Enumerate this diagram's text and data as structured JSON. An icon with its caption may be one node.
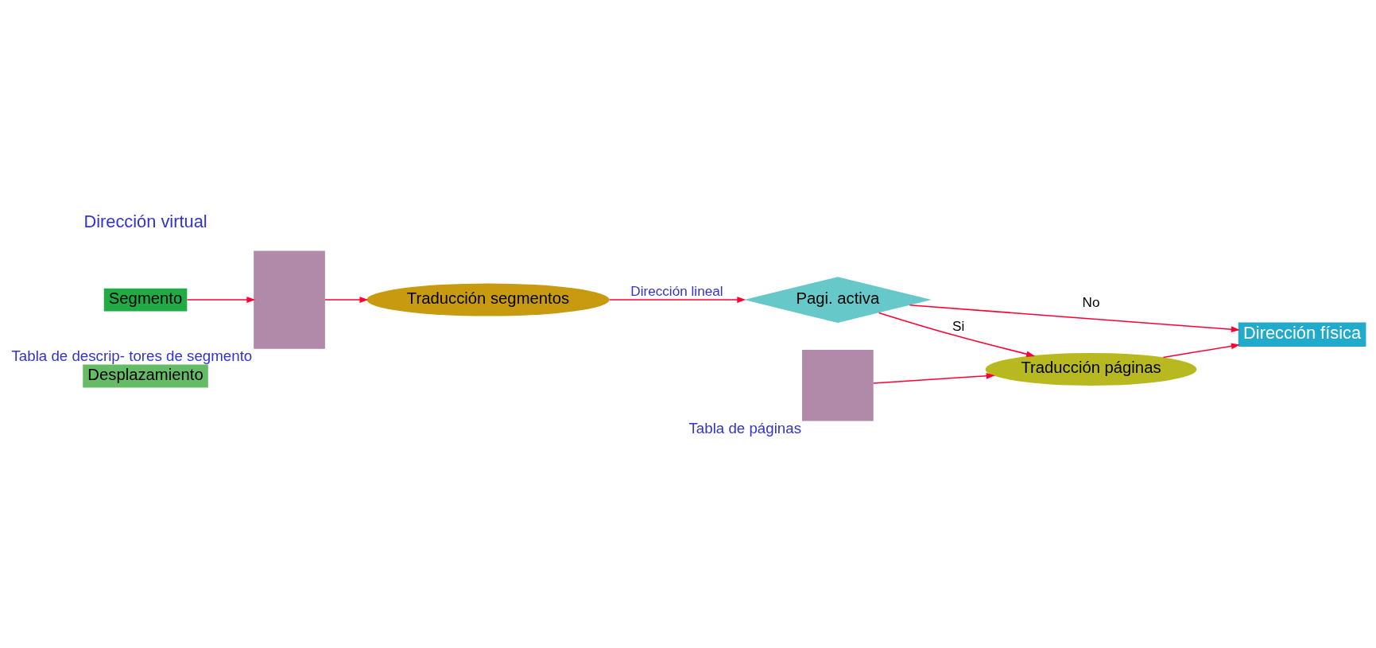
{
  "diagram": {
    "nodes": [
      {
        "text": [
          "Segmento"
        ]
      },
      {
        "text": [
          "Desplazamiento"
        ]
      },
      {
        "text": [],
        "shape": "box",
        "beside": [
          "Tabla de descrip- tores de segmento"
        ]
      },
      {
        "text": [
          "Traducción segmentos"
        ]
      },
      {
        "text": [
          "Pagi. activa"
        ]
      },
      {
        "text": [],
        "shape": "box",
        "beside": [
          "Tabla de páginas"
        ]
      },
      {
        "text": [
          "Traducción páginas"
        ]
      },
      {
        "text": [
          "Dirección física"
        ]
      }
    ],
    "edges": [
      {
        "from": 0,
        "to": 2,
        "arrow": "to"
      },
      {
        "from": 2,
        "to": 3,
        "arrow": "to"
      },
      {
        "from": 3,
        "to": 4,
        "arrow": "to",
        "label": "Dirección lineal"
      },
      {
        "from": 4,
        "to": 6,
        "arrow": "to",
        "label": "Si"
      },
      {
        "from": 5,
        "to": 6,
        "arrow": "to"
      },
      {
        "from": 6,
        "to": 7,
        "arrow": "to"
      },
      {
        "from": 4,
        "to": 7,
        "arrow": "to",
        "label": "No"
      }
    ],
    "labels": [
      "Dirección virtual"
    ]
  }
}
